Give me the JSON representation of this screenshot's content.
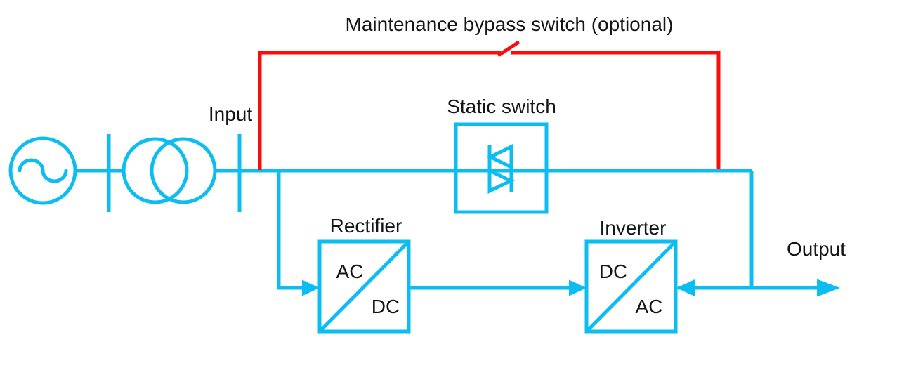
{
  "diagram": {
    "title": "Maintenance bypass switch (optional)",
    "labels": {
      "input": "Input",
      "output": "Output",
      "static_switch": "Static switch",
      "rectifier": "Rectifier",
      "inverter": "Inverter",
      "rectifier_in": "AC",
      "rectifier_out": "DC",
      "inverter_in": "DC",
      "inverter_out": "AC"
    },
    "colors": {
      "line": "#0cbdf2",
      "bypass": "#f90d0d",
      "text": "#151515"
    }
  }
}
